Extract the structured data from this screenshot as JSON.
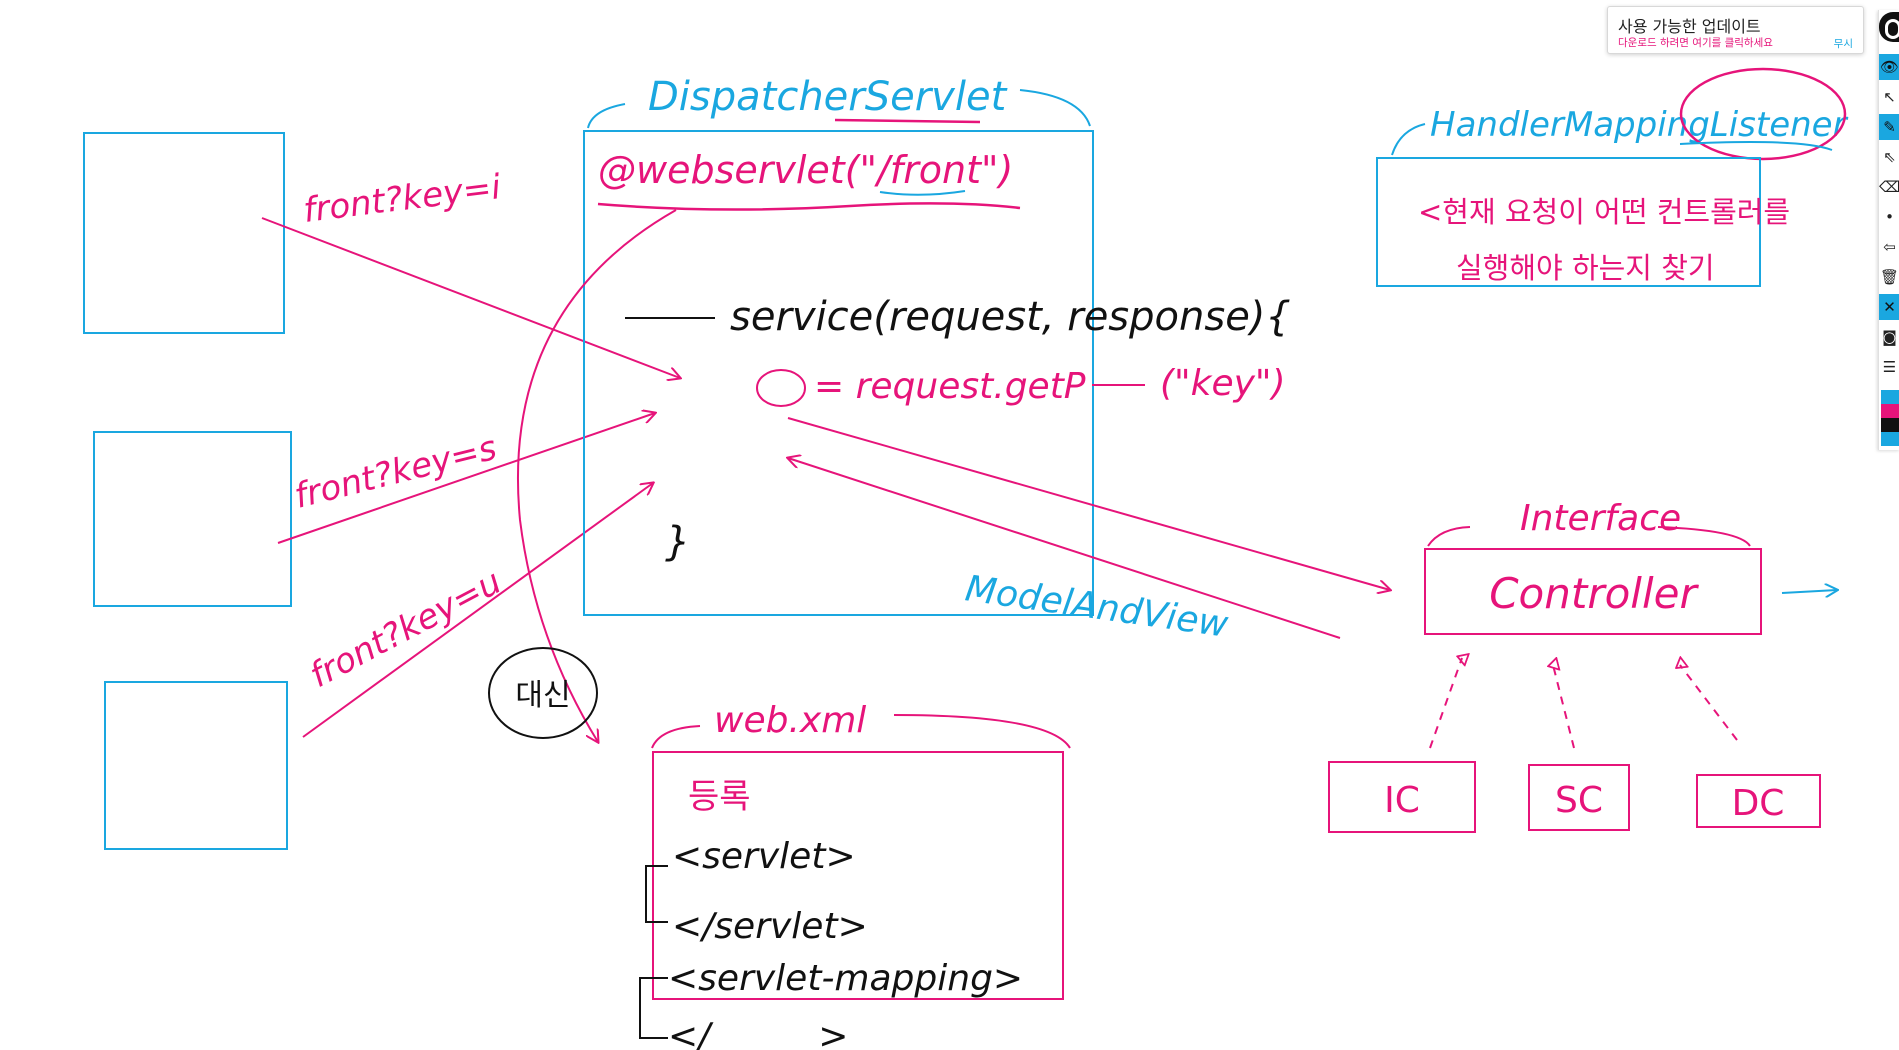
{
  "notification": {
    "title": "사용 가능한 업데이트",
    "message": "다운로드 하려면 여기를 클릭하세요",
    "dismiss": "무시"
  },
  "toolbar": {
    "tools": [
      {
        "name": "eye-icon",
        "glyph": "👁",
        "active": true
      },
      {
        "name": "pointer-icon",
        "glyph": "↖",
        "active": false
      },
      {
        "name": "pen-icon",
        "glyph": "✎",
        "active": true
      },
      {
        "name": "arrow-icon",
        "glyph": "⇖",
        "active": false
      },
      {
        "name": "eraser-icon",
        "glyph": "⌫",
        "active": false
      },
      {
        "name": "dot-icon",
        "glyph": "•",
        "active": false
      },
      {
        "name": "undo-icon",
        "glyph": "⇦",
        "active": false
      },
      {
        "name": "trash-icon",
        "glyph": "🗑",
        "active": false
      },
      {
        "name": "close-icon",
        "glyph": "✕",
        "active": true
      },
      {
        "name": "camera-icon",
        "glyph": "◙",
        "active": false
      },
      {
        "name": "clipboard-icon",
        "glyph": "☰",
        "active": false
      }
    ],
    "colors": [
      "#1aa7e0",
      "#e6147a",
      "#111111",
      "#1aa7e0"
    ]
  },
  "diagram": {
    "dispatcher_title": "DispatcherServlet",
    "webservlet": "@webservlet(\"/front\")",
    "service": "service(request, response){",
    "getparam": "= request.getP",
    "getparam_key": "(\"key\")",
    "close_brace": "}",
    "model_and_view": "ModelAndView",
    "requests": [
      "front?key=i",
      "front?key=s",
      "front?key=u"
    ],
    "circled_note": "대신",
    "handler_title": "HandlerMappingListener",
    "handler_line1": "<현재 요청이 어떤 컨트롤러를",
    "handler_line2": "실행해야 하는지 찾기",
    "interface_label": "Interface",
    "controller": "Controller",
    "implementations": [
      "IC",
      "SC",
      "DC"
    ],
    "webxml_title": "web.xml",
    "webxml_register": "등록",
    "webxml_servlet_open": "<servlet>",
    "webxml_servlet_close": "</servlet>",
    "webxml_mapping": "<servlet-mapping>",
    "webxml_mapping_close": "</______>"
  }
}
